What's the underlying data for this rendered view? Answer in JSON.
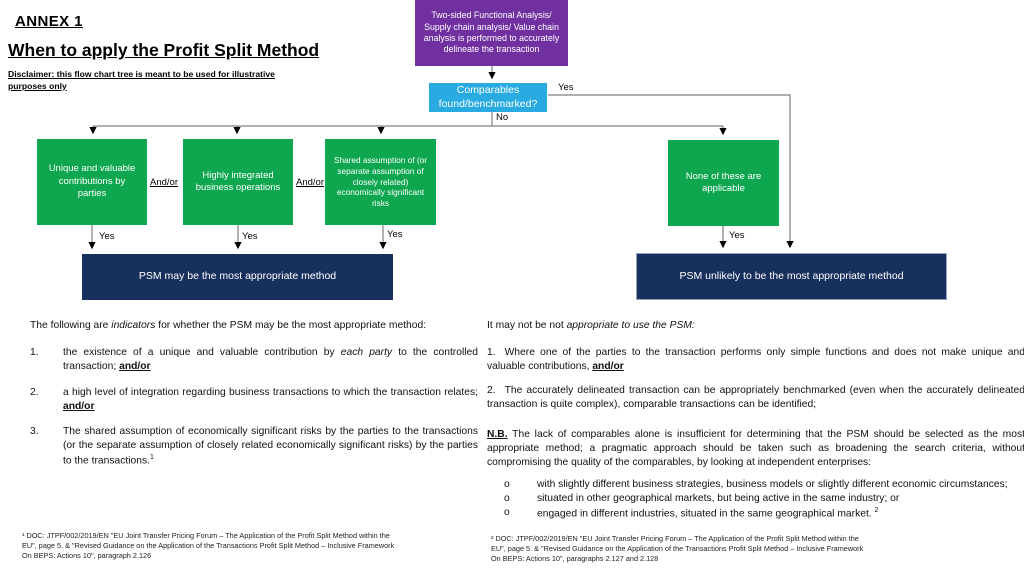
{
  "header": {
    "annex_label": "ANNEX 1",
    "page_title": "When to apply the Profit Split Method",
    "disclaimer": "Disclaimer:  this flow chart tree is meant to be used for illustrative purposes only"
  },
  "flowchart": {
    "root_box_text": "Two-sided Functional Analysis/ Supply chain analysis/ Value chain analysis is performed to accurately delineate the transaction",
    "decision_box_text": "Comparables found/benchmarked?",
    "decision_yes_label": "Yes",
    "decision_no_label": "No",
    "andor_labels": [
      "And/or",
      "And/or"
    ],
    "condition_boxes": [
      "Unique and valuable contributions by parties",
      "Highly integrated business operations",
      "Shared assumption of (or separate assumption of closely related) economically significant risks",
      "None of these are applicable"
    ],
    "condition_yes_labels": [
      "Yes",
      "Yes",
      "Yes",
      "Yes"
    ],
    "outcome_positive_text": "PSM may be the most appropriate method",
    "outcome_negative_text": "PSM unlikely  to be the most appropriate method",
    "colors": {
      "root_box": "#7030A0",
      "decision_box": "#29ABE2",
      "condition_box": "#0EA750",
      "outcome_box": "#18305E"
    }
  },
  "left_column": {
    "intro": {
      "pre": "The following are ",
      "italic": "indicators",
      "post": " for whether the PSM may be the most appropriate method:"
    },
    "items": [
      {
        "number": "1.",
        "pre": "the existence of a unique and valuable contribution by ",
        "italic": "each party",
        "mid": " to the controlled transaction; ",
        "emph": "and/or"
      },
      {
        "number": "2.",
        "pre": "a high level of integration regarding business transactions to which the transaction relates; ",
        "italic": "",
        "mid": "",
        "emph": "and/or"
      },
      {
        "number": "3.",
        "pre": "The shared assumption of economically significant risks by the parties to the transactions (or the separate assumption of closely related economically significant risks) by the parties to the transactions.",
        "italic": "",
        "mid": "",
        "emph": "",
        "sup": "1"
      }
    ],
    "footnote": "¹ DOC: JTPF/002/2019/EN \"EU Joint Transfer Pricing Forum – The Application of the Profit Split Method within the\nEU\", page 5. & \"Revised Guidance on the Application of the Transactions Profit Split Method – Inclusive Framework\nOn BEPS: Actions 10\", paragraph 2.126"
  },
  "right_column": {
    "intro": {
      "pre": "It may not be  not ",
      "italic": "appropriate to use the PSM:"
    },
    "item1": {
      "number": "1.",
      "text": "Where one of the parties to the transaction performs only simple functions and does not make unique and valuable contributions, ",
      "emph": "and/or"
    },
    "item2": {
      "number": "2.",
      "text": "The accurately delineated transaction can be appropriately benchmarked (even when the accurately delineated transaction is quite complex), comparable transactions can be identified;"
    },
    "nb": {
      "label": "N.B.",
      "text": " The lack of comparables alone is insufficient for determining that the PSM should be selected as the most appropriate method; a pragmatic approach should be taken such as broadening the search criteria, without compromising the quality of the comparables, by looking at independent enterprises:"
    },
    "bullets": [
      {
        "marker": "o",
        "text": "with slightly different business strategies, business models or slightly different economic circumstances;"
      },
      {
        "marker": "o",
        "text": "situated in other geographical markets, but being active in the same industry; or"
      },
      {
        "marker": "o",
        "text": "engaged in different industries, situated in the same geographical market. ",
        "sup": "2"
      }
    ],
    "footnote": "² DOC: JTPF/002/2019/EN \"EU Joint Transfer Pricing Forum – The Application of the Profit Split Method within the\nEU\", page 5. & \"Revised Guidance on the Application of the Transactions Profit Split Method – Inclusive Framework\nOn BEPS: Actions 10\", paragraphs 2.127 and 2.128"
  }
}
